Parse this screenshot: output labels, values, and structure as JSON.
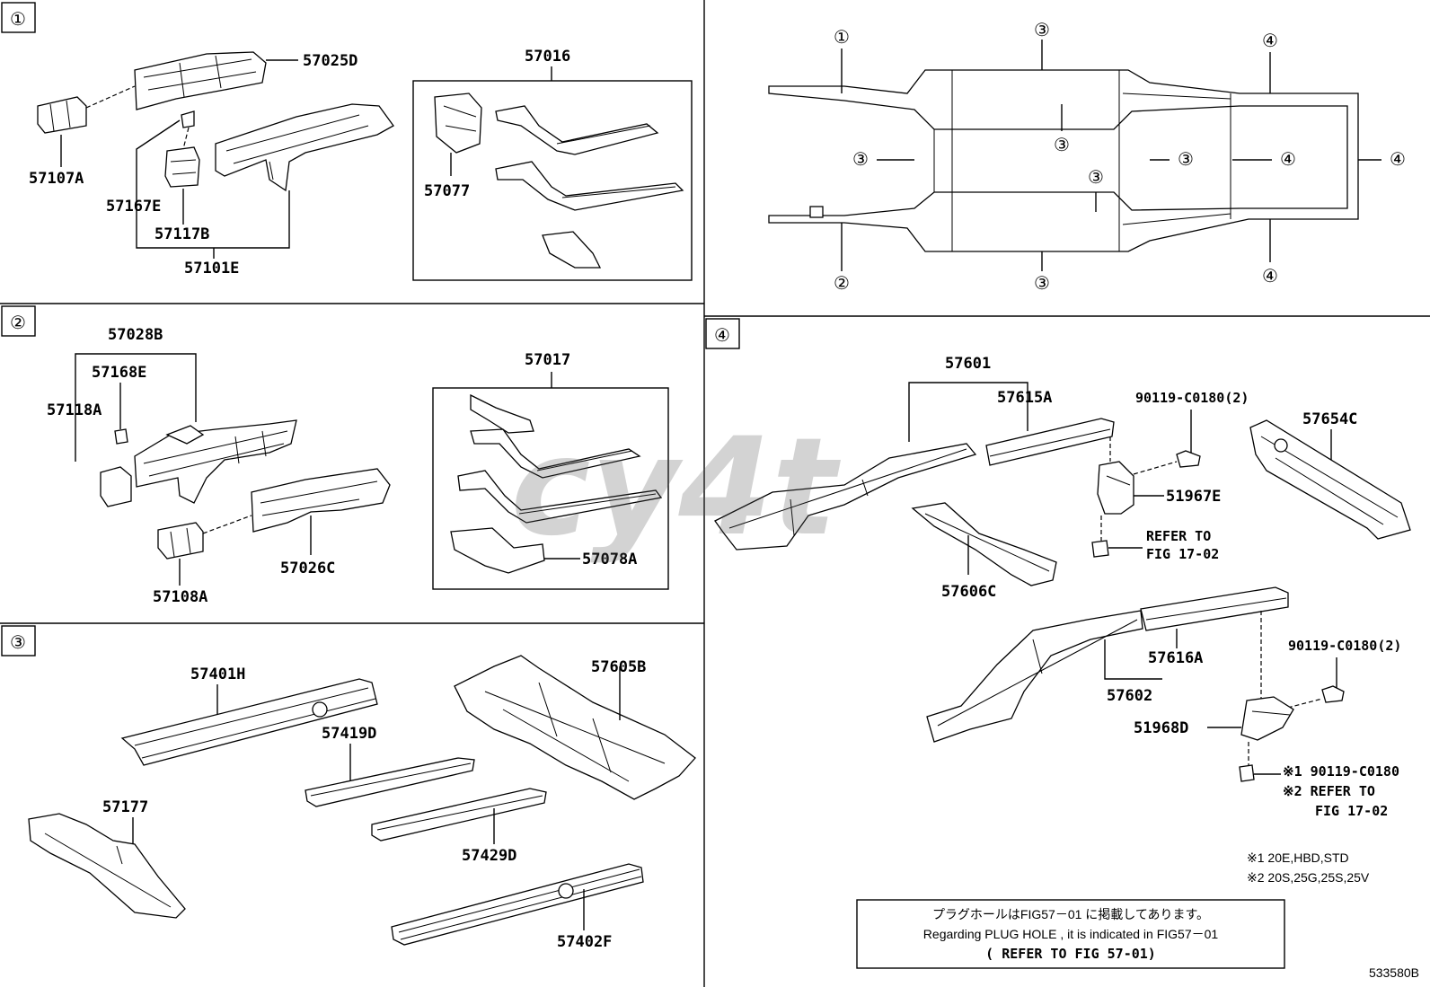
{
  "sections": {
    "s1": {
      "marker": "①"
    },
    "s2": {
      "marker": "②"
    },
    "s3": {
      "marker": "③"
    },
    "s4": {
      "marker": "④"
    }
  },
  "parts": {
    "p57025D": "57025D",
    "p57107A": "57107A",
    "p57167E": "57167E",
    "p57117B": "57117B",
    "p57101E": "57101E",
    "p57016": "57016",
    "p57077": "57077",
    "p57028B": "57028B",
    "p57168E": "57168E",
    "p57118A": "57118A",
    "p57108A": "57108A",
    "p57026C": "57026C",
    "p57017": "57017",
    "p57078A": "57078A",
    "p57401H": "57401H",
    "p57419D": "57419D",
    "p57177": "57177",
    "p57429D": "57429D",
    "p57402F": "57402F",
    "p57605B": "57605B",
    "p57601": "57601",
    "p57615A": "57615A",
    "p90119_1": "90119-C0180(2)",
    "p57654C": "57654C",
    "p51967E": "51967E",
    "refer1a": "REFER TO",
    "refer1b": "FIG 17-02",
    "p57606C": "57606C",
    "p57616A": "57616A",
    "p57602": "57602",
    "p90119_2": "90119-C0180(2)",
    "p51968D": "51968D",
    "x1": "※1 90119-C0180",
    "x2": "※2 REFER TO",
    "x2b": "FIG 17-02"
  },
  "overview": {
    "m1": "①",
    "m2": "②",
    "m3a": "③",
    "m3b": "③",
    "m3c": "③",
    "m3d": "③",
    "m3e": "③",
    "m3f": "③",
    "m4a": "④",
    "m4b": "④",
    "m4c": "④",
    "m4d": "④"
  },
  "notes": {
    "n1": "※1 20E,HBD,STD",
    "n2": "※2 20S,25G,25S,25V",
    "box_jp": "プラグホールはFIG57－01 に掲載してあります。",
    "box_en": "Regarding PLUG HOLE , it is indicated in FIG57－01",
    "box_ref": "( REFER TO FIG 57-01)"
  },
  "figure_code": "533580B",
  "watermark": "cy4t"
}
